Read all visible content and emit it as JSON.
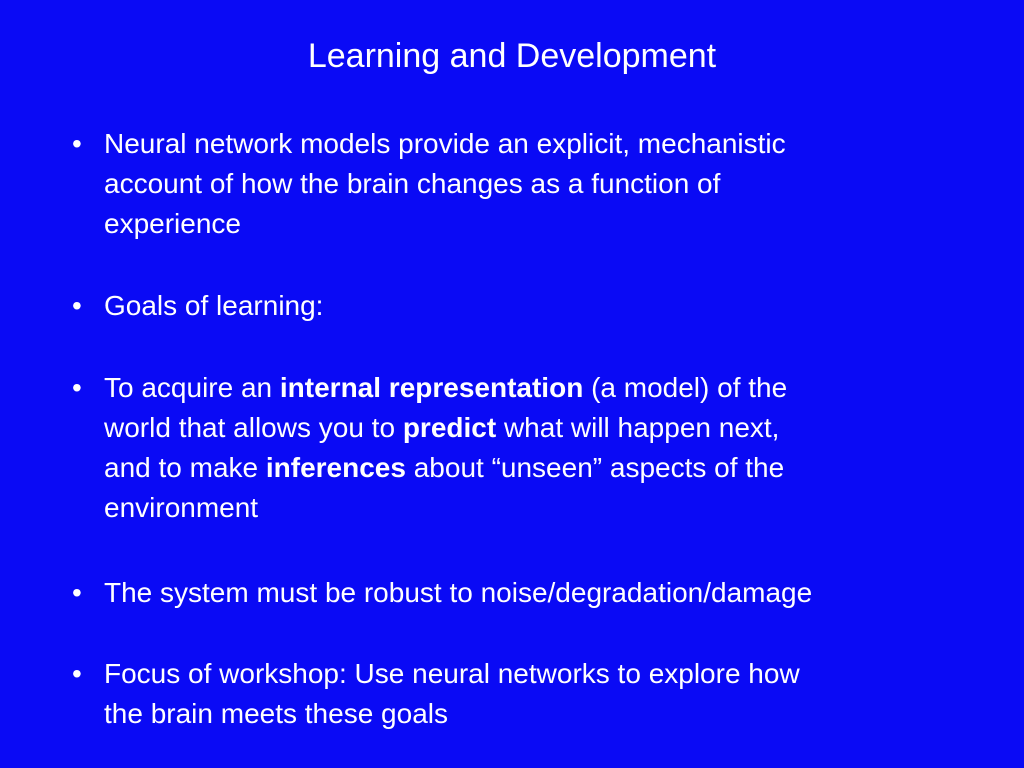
{
  "slide": {
    "title": "Learning and Development",
    "bullets": [
      {
        "lines": [
          "Neural network models provide an explicit, mechanistic",
          "account of how the brain changes as a function of",
          "experience"
        ]
      },
      {
        "lines": [
          "Goals of learning:"
        ]
      },
      {
        "line1_a": "To acquire an ",
        "line1_b": "internal representation",
        "line1_c": " (a model) of the",
        "line2_a": "world that allows you to ",
        "line2_b": "predict",
        "line2_c": " what will happen next,",
        "line3_a": "and to make ",
        "line3_b": "inferences",
        "line3_c": " about “unseen” aspects of the",
        "line4": "environment"
      },
      {
        "lines": [
          "The system must be robust to noise/degradation/damage"
        ]
      },
      {
        "lines": [
          "Focus of workshop:  Use neural networks to explore how",
          "the brain meets these goals"
        ]
      }
    ],
    "bullet_symbol": "•",
    "background_color": "#0A0AF5",
    "text_color": "#FFFFFF"
  }
}
